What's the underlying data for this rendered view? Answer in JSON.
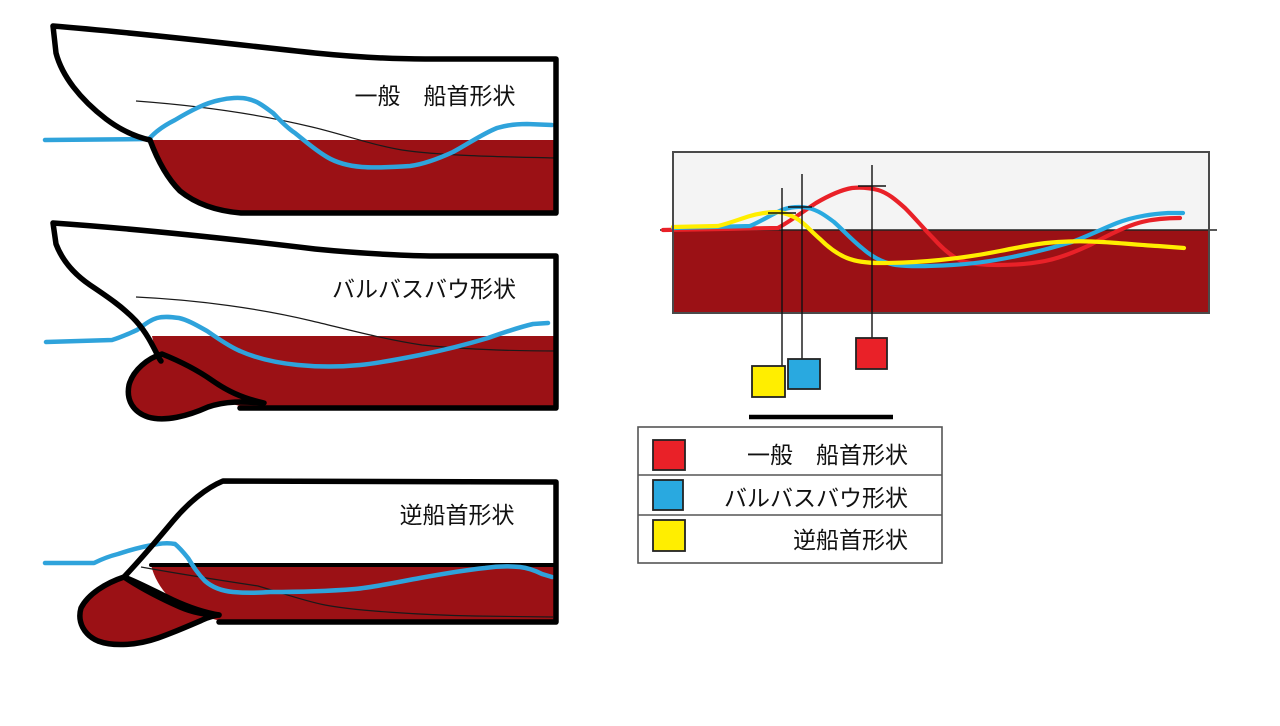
{
  "colors": {
    "hull_outline": "#000000",
    "underwater_fill": "#9B1115",
    "wave_blue": "#2FA3DB",
    "chart_red": "#E92128",
    "chart_blue": "#29A9E0",
    "chart_yellow": "#FFEE00",
    "chart_bg": "#F4F4F4"
  },
  "diagrams": {
    "general": {
      "label": "一般　船首形状"
    },
    "bulbous": {
      "label": "バルバスバウ形状"
    },
    "inverse": {
      "label": "逆船首形状"
    }
  },
  "legend": {
    "rows": [
      {
        "name": "general",
        "label": "一般　船首形状",
        "color": "#E92128"
      },
      {
        "name": "bulbous",
        "label": "バルバスバウ形状",
        "color": "#29A9E0"
      },
      {
        "name": "inverse",
        "label": "逆船首形状",
        "color": "#FFEE00"
      }
    ]
  },
  "chart_data": {
    "type": "line",
    "title": "",
    "xlabel": "",
    "ylabel": "",
    "x_unit": "px from chart left edge",
    "y_unit": "px of wave elevation above still waterline (negative = below)",
    "waterline": 0,
    "xlim": [
      0,
      536
    ],
    "ylim": [
      -83,
      78
    ],
    "grid": false,
    "legend_position": "below",
    "series": [
      {
        "name": "一般　船首形状",
        "color": "#E92128",
        "points": [
          [
            0,
            0
          ],
          [
            105,
            2
          ],
          [
            143,
            27
          ],
          [
            179,
            42
          ],
          [
            205,
            40
          ],
          [
            232,
            22
          ],
          [
            261,
            -9
          ],
          [
            289,
            -31
          ],
          [
            325,
            -35
          ],
          [
            372,
            -31
          ],
          [
            417,
            -15
          ],
          [
            462,
            6
          ],
          [
            507,
            12
          ]
        ]
      },
      {
        "name": "バルバスバウ形状",
        "color": "#29A9E0",
        "points": [
          [
            0,
            2
          ],
          [
            77,
            4
          ],
          [
            109,
            20
          ],
          [
            135,
            22
          ],
          [
            161,
            8
          ],
          [
            189,
            -18
          ],
          [
            223,
            -35
          ],
          [
            279,
            -35
          ],
          [
            339,
            -27
          ],
          [
            399,
            -12
          ],
          [
            444,
            7
          ],
          [
            495,
            17
          ],
          [
            510,
            17
          ]
        ]
      },
      {
        "name": "逆船首形状",
        "color": "#FFEE00",
        "points": [
          [
            0,
            3
          ],
          [
            45,
            4
          ],
          [
            77,
            14
          ],
          [
            105,
            18
          ],
          [
            126,
            10
          ],
          [
            147,
            -9
          ],
          [
            174,
            -28
          ],
          [
            207,
            -33
          ],
          [
            267,
            -30
          ],
          [
            327,
            -21
          ],
          [
            385,
            -12
          ],
          [
            429,
            -12
          ],
          [
            485,
            -16
          ],
          [
            511,
            -18
          ]
        ]
      }
    ],
    "crest_markers": [
      {
        "series": "逆船首形状",
        "color": "#FFEE00",
        "x": 109,
        "elevation": 17
      },
      {
        "series": "バルバスバウ形状",
        "color": "#29A9E0",
        "x": 129,
        "elevation": 23
      },
      {
        "series": "一般　船首形状",
        "color": "#E92128",
        "x": 199,
        "elevation": 44
      }
    ]
  }
}
